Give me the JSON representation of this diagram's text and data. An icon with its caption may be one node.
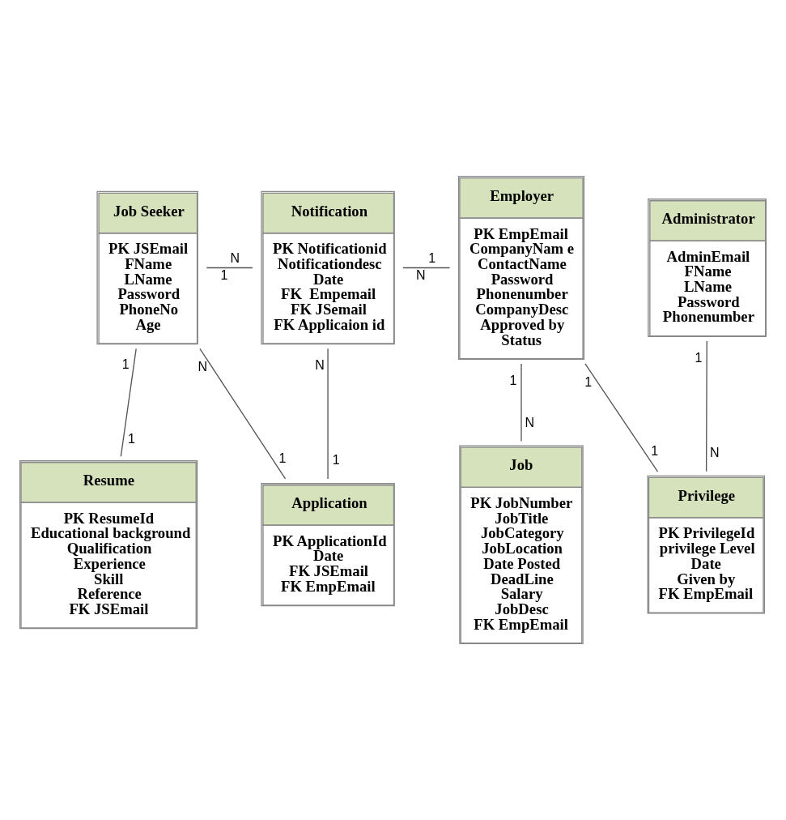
{
  "diagram": {
    "nodes": [
      {
        "text": [
          "Job Seeker",
          "PK JSEmail",
          "FName",
          "LName",
          "Password",
          "PhoneNo",
          "Age"
        ]
      },
      {
        "text": [
          "Notification",
          "PK Notificationid",
          "Notificationdesc",
          "Date",
          "FK  Empemail",
          "FK JSemail",
          "FK Applicaion id"
        ]
      },
      {
        "text": [
          "Employer",
          "PK EmpEmail",
          "CompanyNam e",
          "ContactName",
          "Password",
          "Phonenumber",
          "CompanyDesc",
          "Approved by",
          "Status"
        ]
      },
      {
        "text": [
          "Administrator",
          "AdminEmail",
          "FName",
          "LName",
          "Password",
          "Phonenumber"
        ]
      },
      {
        "text": [
          "Resume",
          "PK ResumeId",
          "Educational background",
          "Qualification",
          "Experience",
          "Skill",
          "Reference",
          "FK JSEmail"
        ]
      },
      {
        "text": [
          "Application",
          "PK ApplicationId",
          "Date",
          "FK JSEmail",
          "FK EmpEmail"
        ]
      },
      {
        "text": [
          "Job",
          "PK JobNumber",
          "JobTitle",
          "JobCategory",
          "JobLocation",
          "Date Posted",
          "DeadLine",
          "Salary",
          "JobDesc",
          "FK EmpEmail"
        ]
      },
      {
        "text": [
          "Privilege",
          "PK PrivilegeId",
          "privilege Level",
          "Date",
          "Given by",
          "FK EmpEmail"
        ]
      }
    ],
    "edges": [
      {
        "from": 0,
        "to": 1,
        "arrow": "none"
      },
      {
        "from": 1,
        "to": 2,
        "arrow": "none"
      },
      {
        "from": 2,
        "to": 7,
        "arrow": "none"
      },
      {
        "from": 3,
        "to": 7,
        "arrow": "none"
      },
      {
        "from": 0,
        "to": 4,
        "arrow": "none"
      },
      {
        "from": 0,
        "to": 5,
        "arrow": "none"
      },
      {
        "from": 1,
        "to": 5,
        "arrow": "none"
      },
      {
        "from": 2,
        "to": 6,
        "arrow": "none"
      }
    ],
    "labels": [
      "1",
      "N",
      "N",
      "1",
      "1",
      "1",
      "1",
      "N",
      "1",
      "1",
      "N",
      "1",
      "N",
      "1",
      "1",
      "N"
    ]
  }
}
